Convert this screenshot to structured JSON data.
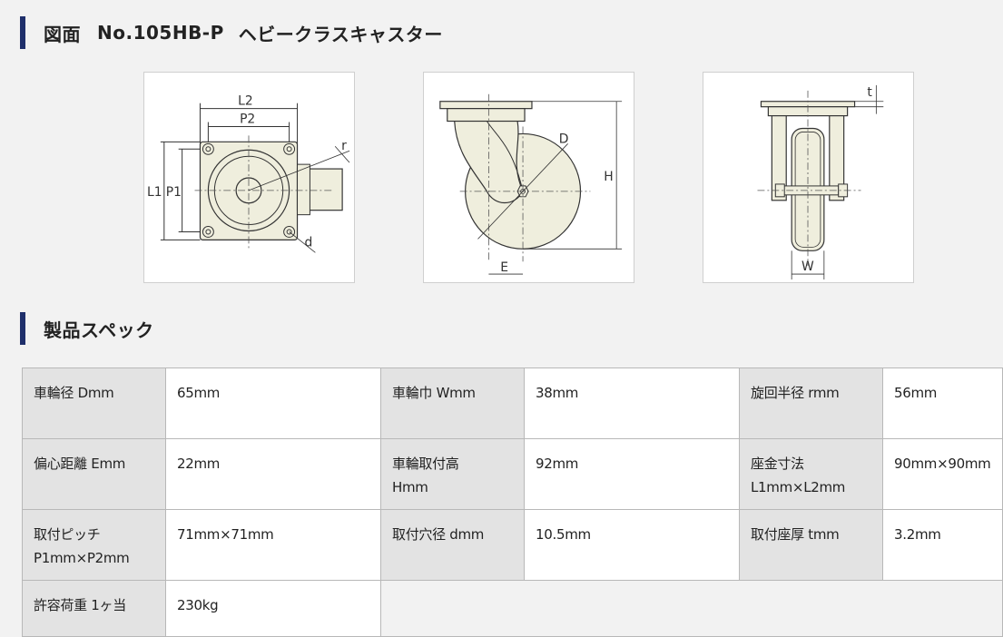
{
  "drawing_section": {
    "heading": "図面",
    "model": "No.105HB-P",
    "product_name": "ヘビークラスキャスター"
  },
  "figures": {
    "top_view": {
      "labels": {
        "l2": "L2",
        "p2": "P2",
        "l1": "L1",
        "p1": "P1",
        "r": "r",
        "d": "d"
      }
    },
    "side_view": {
      "labels": {
        "d": "D",
        "h": "H",
        "e": "E"
      }
    },
    "front_view": {
      "labels": {
        "t": "t",
        "w": "W"
      }
    }
  },
  "spec_section": {
    "heading": "製品スペック"
  },
  "spec_table": {
    "rows": [
      [
        {
          "label": "車輪径 Dmm",
          "value": "65mm"
        },
        {
          "label": "車輪巾 Wmm",
          "value": "38mm"
        },
        {
          "label": "旋回半径 rmm",
          "value": "56mm"
        }
      ],
      [
        {
          "label": "偏心距離 Emm",
          "value": "22mm"
        },
        {
          "label": "車輪取付高\nHmm",
          "value": "92mm"
        },
        {
          "label": "座金寸法\nL1mm×L2mm",
          "value": "90mm×90mm"
        }
      ],
      [
        {
          "label": "取付ピッチ\nP1mm×P2mm",
          "value": "71mm×71mm"
        },
        {
          "label": "取付穴径 dmm",
          "value": "10.5mm"
        },
        {
          "label": "取付座厚 tmm",
          "value": "3.2mm"
        }
      ],
      [
        {
          "label": "許容荷重 1ヶ当",
          "value": "230kg"
        }
      ]
    ]
  },
  "colors": {
    "accent_bar": "#1f2f6b",
    "label_cell_bg": "#e3e3e3",
    "part_fill": "#efeedd"
  }
}
